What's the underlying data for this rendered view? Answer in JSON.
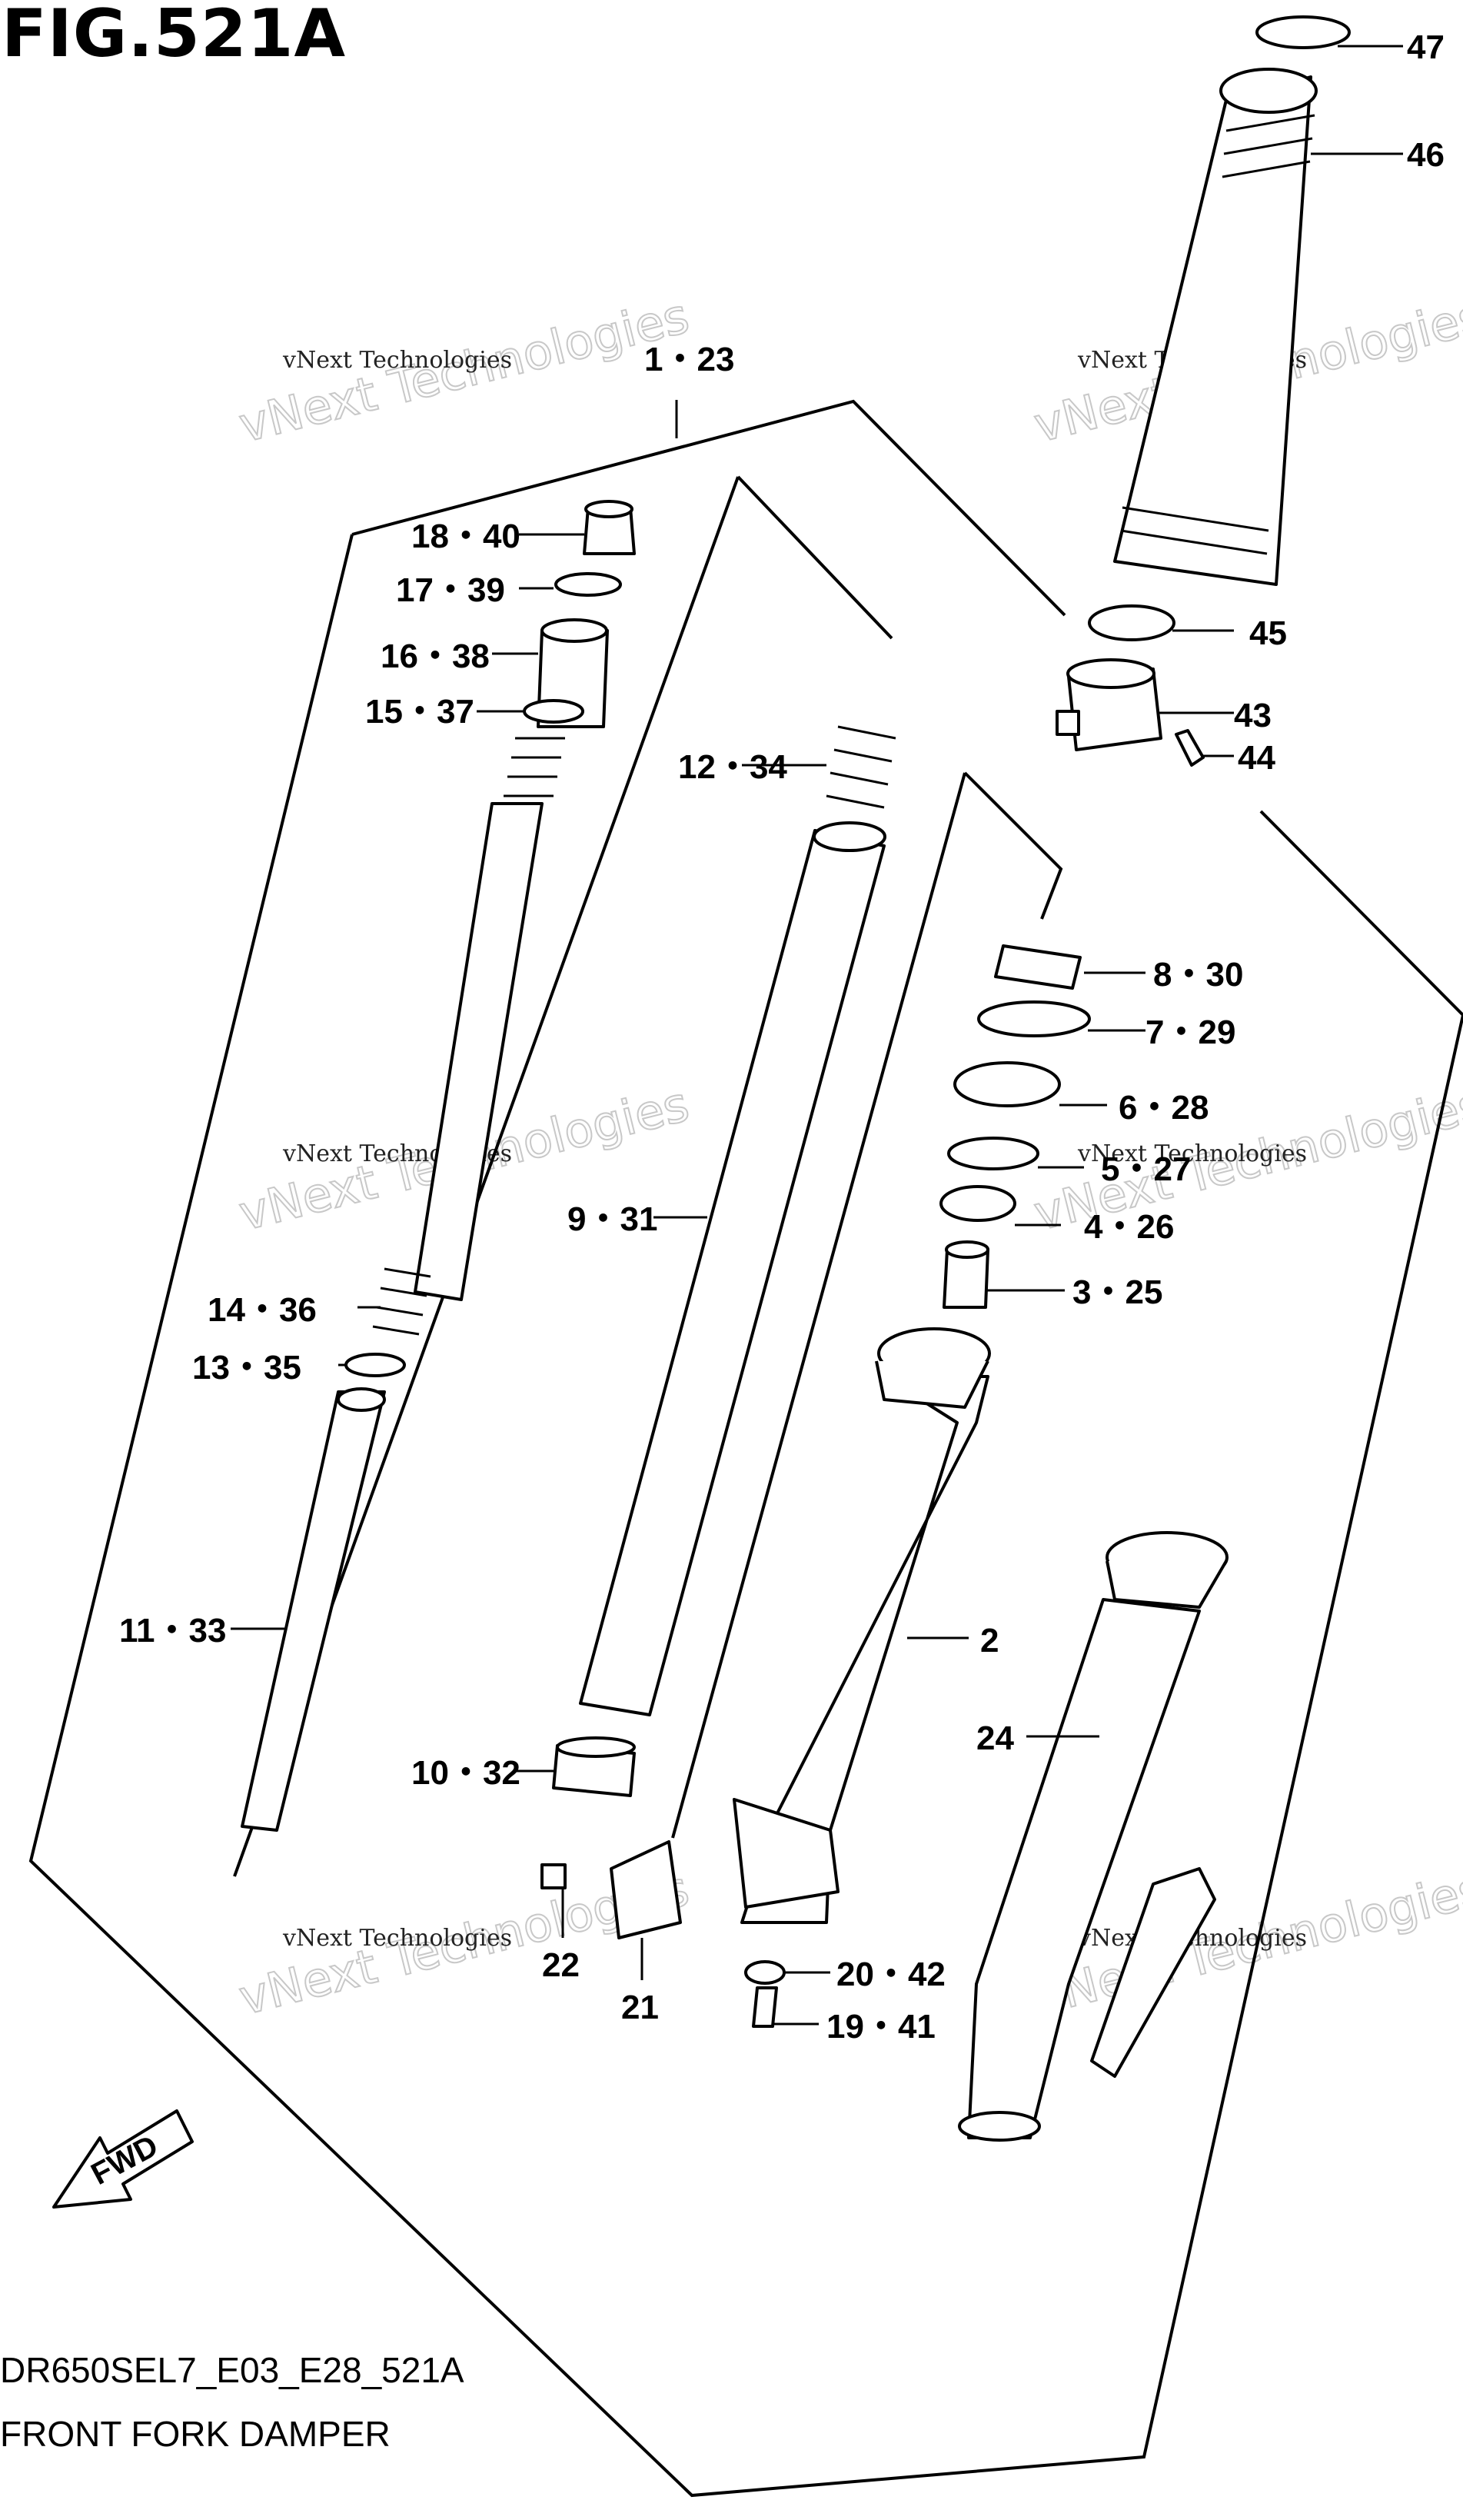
{
  "figure": {
    "title": "FIG.521A",
    "code": "DR650SEL7_E03_E28_521A",
    "name": "FRONT FORK DAMPER"
  },
  "watermark": {
    "line1": "vNext Technologies",
    "line2": "vNext Technologies"
  },
  "direction_badge": "FWD",
  "callouts": [
    {
      "id": "c47",
      "text": "47"
    },
    {
      "id": "c46",
      "text": "46"
    },
    {
      "id": "c1_23",
      "text": "1・23"
    },
    {
      "id": "c18_40",
      "text": "18・40"
    },
    {
      "id": "c17_39",
      "text": "17・39"
    },
    {
      "id": "c16_38",
      "text": "16・38"
    },
    {
      "id": "c15_37",
      "text": "15・37"
    },
    {
      "id": "c12_34",
      "text": "12・34"
    },
    {
      "id": "c45",
      "text": "45"
    },
    {
      "id": "c43",
      "text": "43"
    },
    {
      "id": "c44",
      "text": "44"
    },
    {
      "id": "c8_30",
      "text": "8・30"
    },
    {
      "id": "c7_29",
      "text": "7・29"
    },
    {
      "id": "c6_28",
      "text": "6・28"
    },
    {
      "id": "c5_27",
      "text": "5・27"
    },
    {
      "id": "c4_26",
      "text": "4・26"
    },
    {
      "id": "c3_25",
      "text": "3・25"
    },
    {
      "id": "c9_31",
      "text": "9・31"
    },
    {
      "id": "c14_36",
      "text": "14・36"
    },
    {
      "id": "c13_35",
      "text": "13・35"
    },
    {
      "id": "c11_33",
      "text": "11・33"
    },
    {
      "id": "c2",
      "text": "2"
    },
    {
      "id": "c24",
      "text": "24"
    },
    {
      "id": "c10_32",
      "text": "10・32"
    },
    {
      "id": "c22",
      "text": "22"
    },
    {
      "id": "c21",
      "text": "21"
    },
    {
      "id": "c20_42",
      "text": "20・42"
    },
    {
      "id": "c19_41",
      "text": "19・41"
    }
  ]
}
